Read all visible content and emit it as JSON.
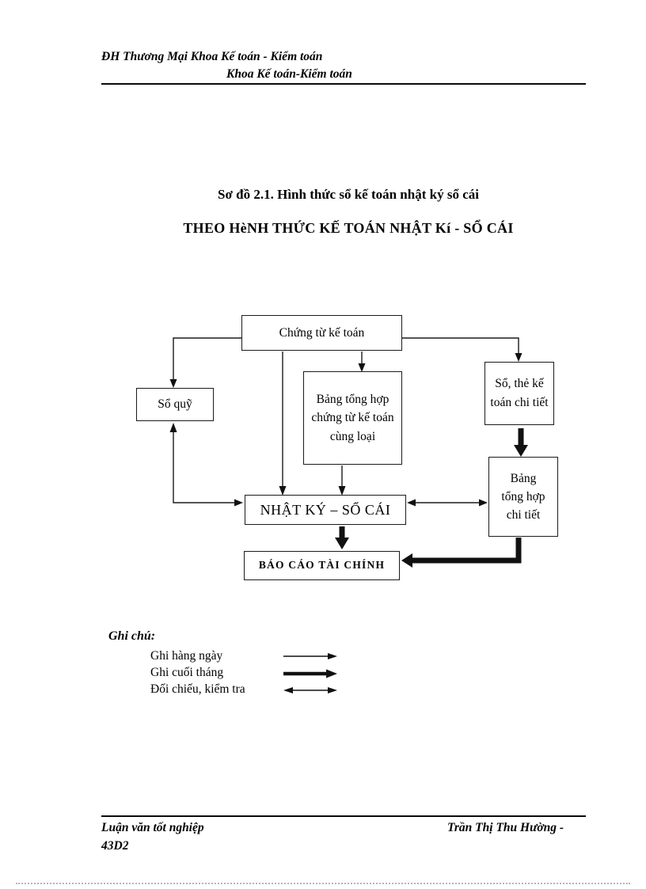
{
  "page": {
    "header": {
      "line1": "ĐH Thương Mại Khoa Kế toán - Kiểm toán",
      "line2": "Khoa Kế toán-Kiểm toán"
    },
    "title": "Sơ đồ 2.1. Hình thức sổ kế toán nhật ký sổ cái",
    "subtitle": "THEO HèNH THỨC KẾ TOÁN NHẬT Kí - SỔ CÁI",
    "footer": {
      "left_line1": "Luận văn tốt nghiệp",
      "left_line2": "43D2",
      "right": "Trần Thị Thu Hường -"
    }
  },
  "diagram": {
    "nodes": {
      "chung_tu": {
        "label": "Chứng từ kế toán"
      },
      "so_quy": {
        "label": "Sổ quỹ"
      },
      "bang_tong_hop_chung_tu": {
        "label": "Bảng tổng hợp chứng từ kế toán cùng loại"
      },
      "so_the_ke_toan": {
        "label": "Sổ, thẻ kế toán chi tiết"
      },
      "nhat_ky_so_cai": {
        "label": "NHẬT KÝ – SỔ CÁI"
      },
      "bang_tong_hop_chi_tiet": {
        "label": "Bảng tổng hợp chi tiết"
      },
      "bao_cao_tai_chinh": {
        "label": "BÁO CÁO TÀI CHÍNH"
      }
    },
    "legend": {
      "title": "Ghi chú:",
      "items": [
        {
          "label": "Ghi hàng ngày",
          "symbol": "thin-arrow"
        },
        {
          "label": "Ghi cuối tháng",
          "symbol": "thick-arrow"
        },
        {
          "label": "Đối chiếu, kiểm tra",
          "symbol": "double-headed-arrow"
        }
      ]
    },
    "colors": {
      "line": "#1b1b1b",
      "text": "#000000",
      "background": "#ffffff"
    }
  }
}
